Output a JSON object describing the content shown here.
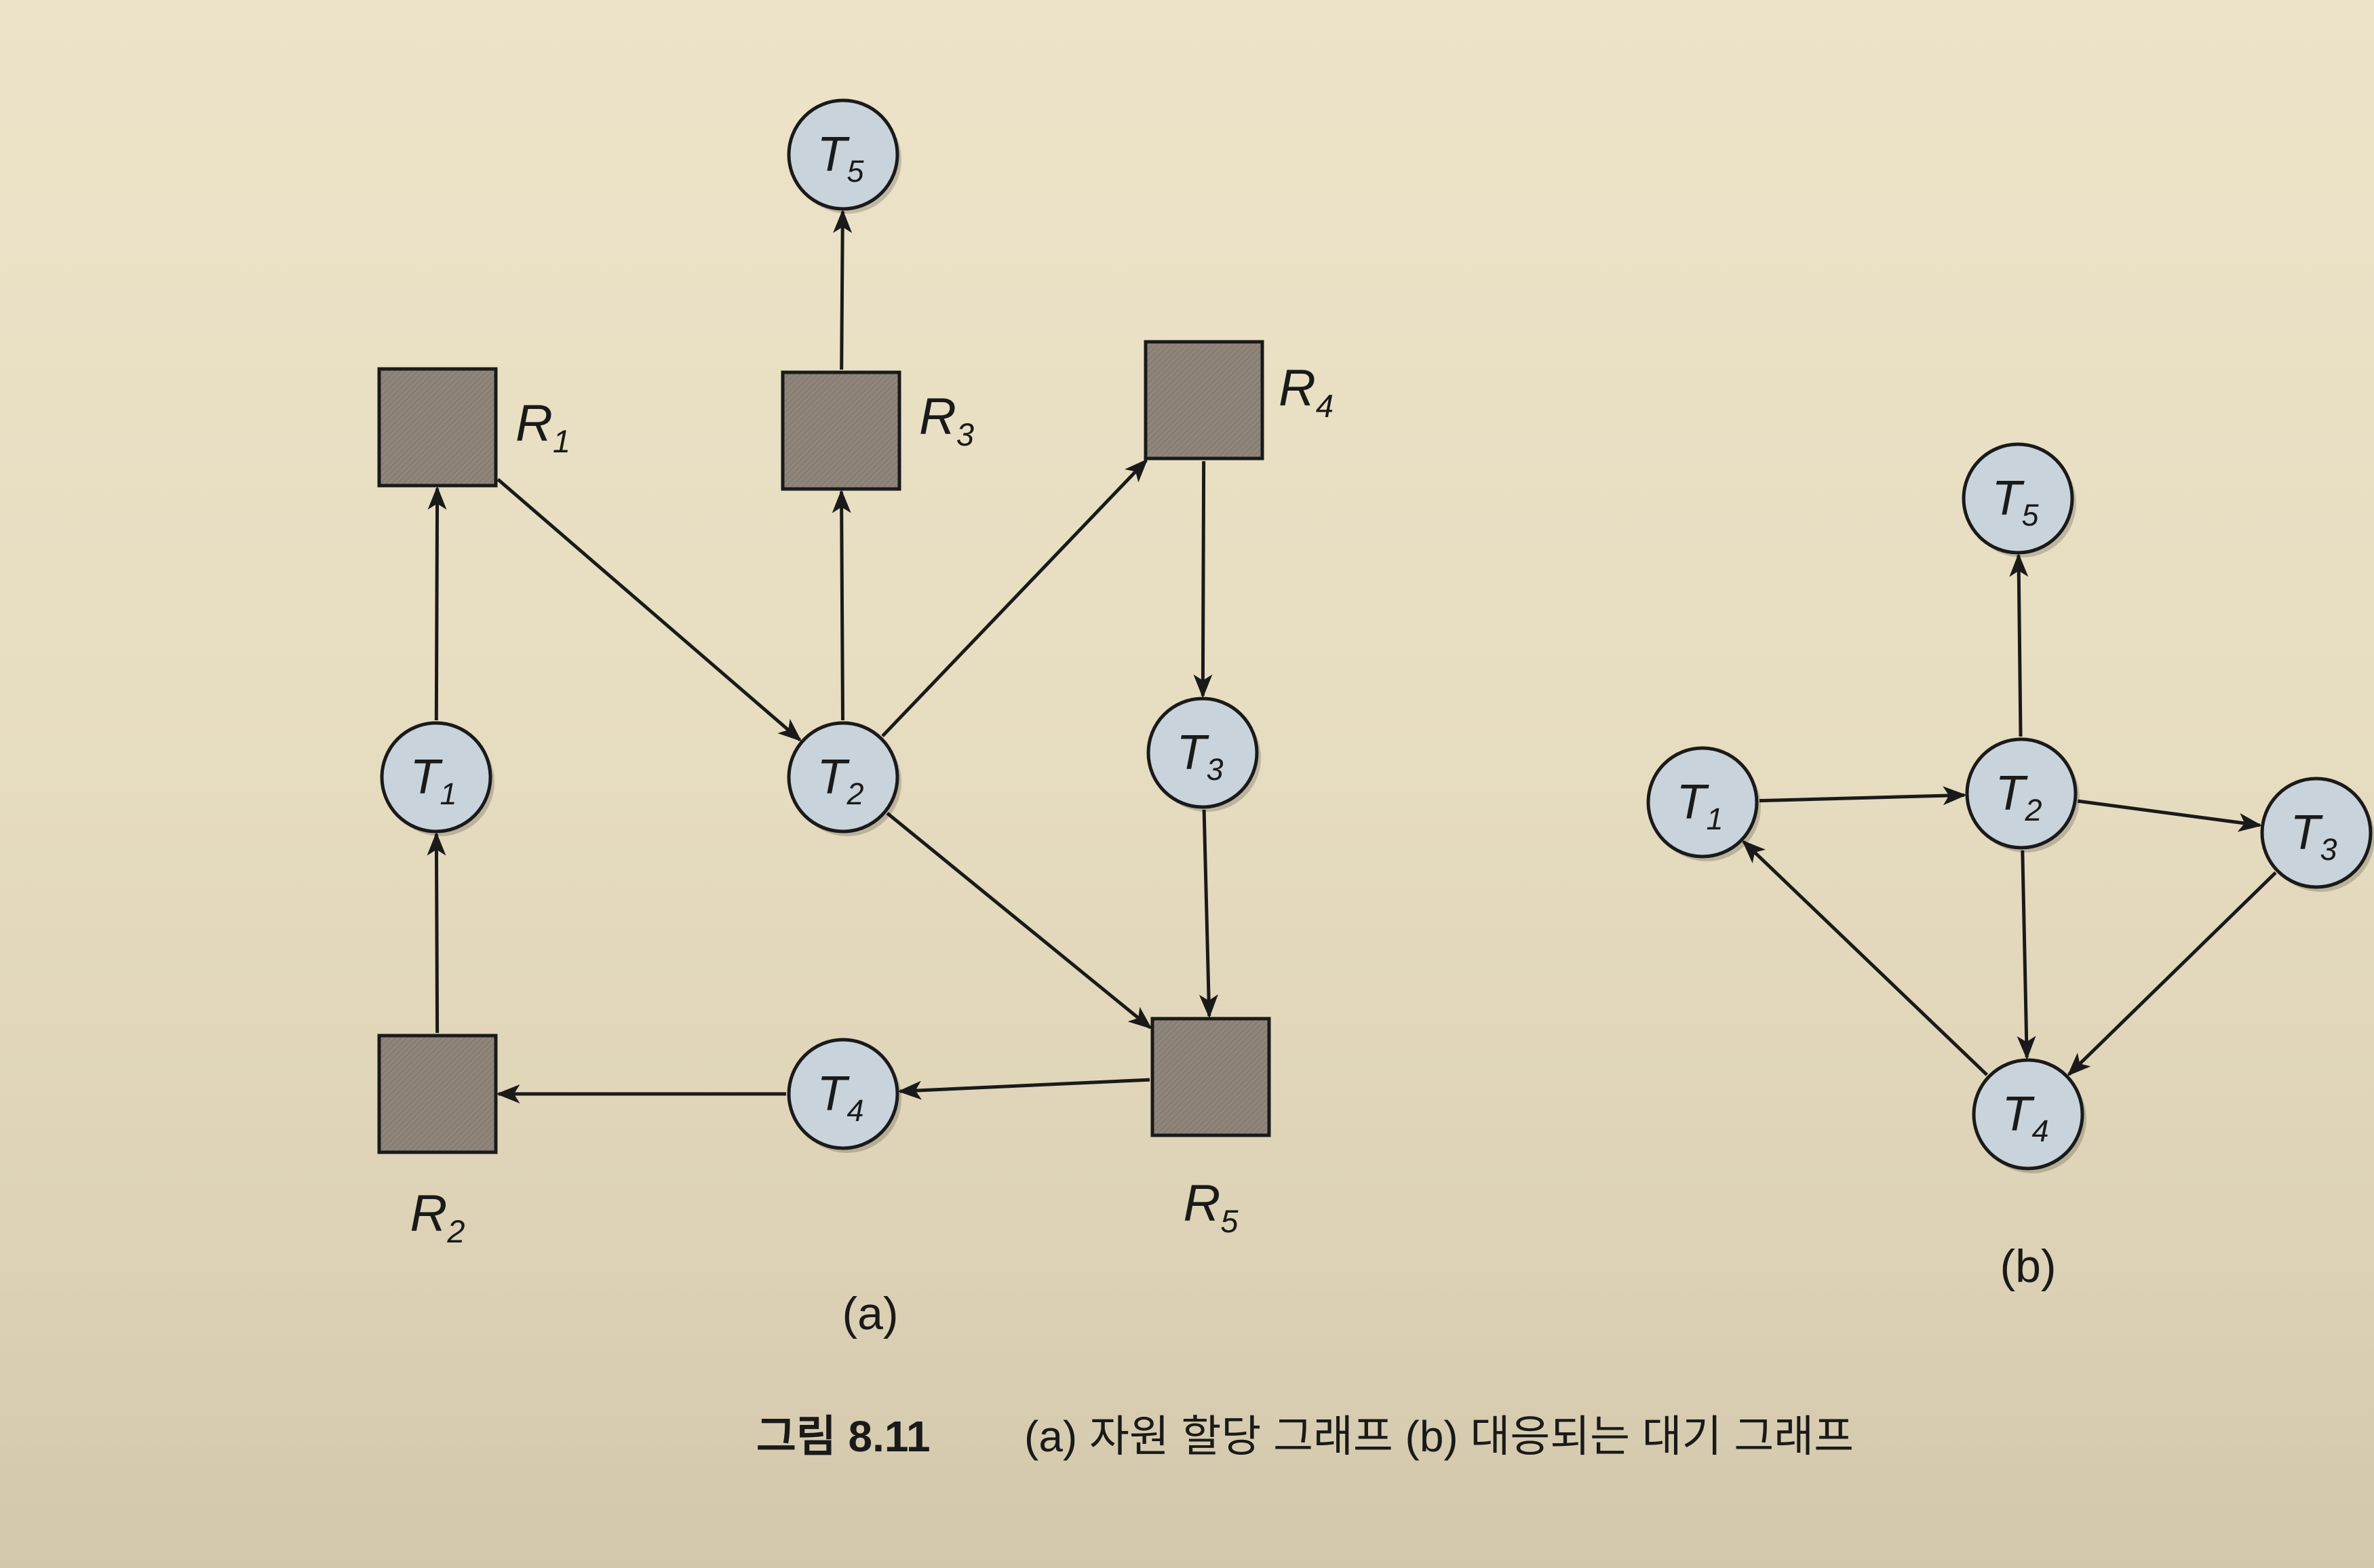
{
  "panel_a": {
    "label": "(a)",
    "processes": [
      {
        "id": "T1",
        "base": "T",
        "sub": "1"
      },
      {
        "id": "T2",
        "base": "T",
        "sub": "2"
      },
      {
        "id": "T3",
        "base": "T",
        "sub": "3"
      },
      {
        "id": "T4",
        "base": "T",
        "sub": "4"
      },
      {
        "id": "T5",
        "base": "T",
        "sub": "5"
      }
    ],
    "resources": [
      {
        "id": "R1",
        "base": "R",
        "sub": "1"
      },
      {
        "id": "R2",
        "base": "R",
        "sub": "2"
      },
      {
        "id": "R3",
        "base": "R",
        "sub": "3"
      },
      {
        "id": "R4",
        "base": "R",
        "sub": "4"
      },
      {
        "id": "R5",
        "base": "R",
        "sub": "5"
      }
    ],
    "edges": [
      {
        "from": "T1",
        "to": "R1"
      },
      {
        "from": "R1",
        "to": "T2"
      },
      {
        "from": "T2",
        "to": "R3"
      },
      {
        "from": "R3",
        "to": "T5"
      },
      {
        "from": "T2",
        "to": "R4"
      },
      {
        "from": "R4",
        "to": "T3"
      },
      {
        "from": "T2",
        "to": "R5"
      },
      {
        "from": "T3",
        "to": "R5"
      },
      {
        "from": "R5",
        "to": "T4"
      },
      {
        "from": "T4",
        "to": "R2"
      },
      {
        "from": "R2",
        "to": "T1"
      }
    ]
  },
  "panel_b": {
    "label": "(b)",
    "processes": [
      {
        "id": "T1",
        "base": "T",
        "sub": "1"
      },
      {
        "id": "T2",
        "base": "T",
        "sub": "2"
      },
      {
        "id": "T3",
        "base": "T",
        "sub": "3"
      },
      {
        "id": "T4",
        "base": "T",
        "sub": "4"
      },
      {
        "id": "T5",
        "base": "T",
        "sub": "5"
      }
    ],
    "edges": [
      {
        "from": "T1",
        "to": "T2"
      },
      {
        "from": "T2",
        "to": "T5"
      },
      {
        "from": "T2",
        "to": "T3"
      },
      {
        "from": "T2",
        "to": "T4"
      },
      {
        "from": "T3",
        "to": "T4"
      },
      {
        "from": "T4",
        "to": "T1"
      }
    ]
  },
  "caption": {
    "number": "그림 8.11",
    "text": "(a) 자원 할당 그래프 (b) 대응되는 대기 그래프"
  },
  "colors": {
    "node_fill": "#c9d3db",
    "resource_fill": "#8f857a",
    "stroke": "#1a1a1a"
  }
}
